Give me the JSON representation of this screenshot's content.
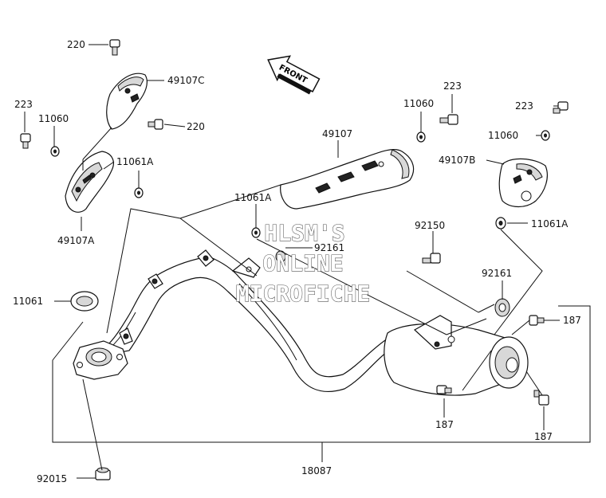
{
  "labels": {
    "l220a": "220",
    "l220b": "220",
    "l49107c": "49107C",
    "l223a": "223",
    "l11060a": "11060",
    "l11061a_left": "11061A",
    "l49107a": "49107A",
    "l11060b": "11060",
    "l223b": "223",
    "l49107": "49107",
    "l223c": "223",
    "l11060c": "11060",
    "l49107b": "49107B",
    "l11061a_mid": "11061A",
    "l92161a": "92161",
    "l92150": "92150",
    "l11061a_right": "11061A",
    "l92161b": "92161",
    "l11061": "11061",
    "l187a": "187",
    "l187b": "187",
    "l187c": "187",
    "l92015": "92015",
    "l18087": "18087"
  },
  "front_arrow": "FRONT",
  "watermark": {
    "line1": "HLSM'S",
    "line2": "ONLINE",
    "line3": "MICROFICHE"
  }
}
